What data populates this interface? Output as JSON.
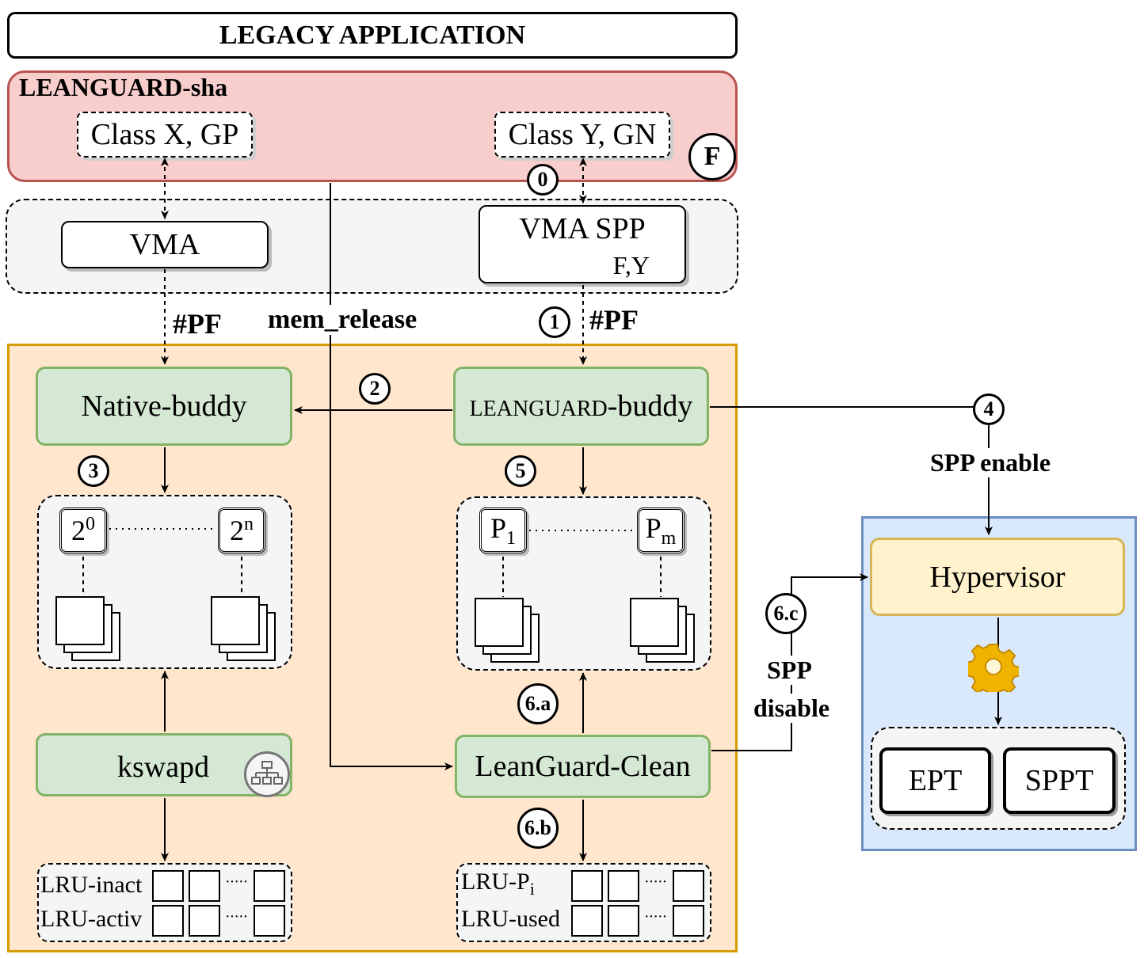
{
  "top_bar": "LEGACY APPLICATION",
  "leanguard_sha": {
    "title": "LEANGUARD-sha",
    "class_x": "Class X, GP",
    "class_y": "Class Y, GN",
    "f_badge": "F"
  },
  "vma": {
    "vma_label": "VMA",
    "vma_spp_label": "VMA SPP",
    "vma_spp_sub": "F,Y"
  },
  "arrow_labels": {
    "pf_left": "#PF",
    "pf_right": "#PF",
    "mem_release": "mem_release",
    "spp_enable": "SPP enable",
    "spp_disable_1": "SPP",
    "spp_disable_2": "disable"
  },
  "steps": {
    "s0": "0",
    "s1": "1",
    "s2": "2",
    "s3": "3",
    "s4": "4",
    "s5": "5",
    "s6a": "6.a",
    "s6b": "6.b",
    "s6c": "6.c"
  },
  "kernel": {
    "native_buddy": "Native-buddy",
    "leanguard_buddy_small": "LEANGUARD",
    "leanguard_buddy_suffix": "-buddy",
    "kswapd": "kswapd",
    "leanguard_clean": "LeanGuard-Clean",
    "order_first_base": "2",
    "order_first_exp": "0",
    "order_last_base": "2",
    "order_last_exp": "n",
    "pool_first_base": "P",
    "pool_first_sub": "1",
    "pool_last_base": "P",
    "pool_last_sub": "m",
    "lru_inact": "LRU-inact",
    "lru_activ": "LRU-activ",
    "lru_pi_base": "LRU-P",
    "lru_pi_sub": "i",
    "lru_used": "LRU-used",
    "ellipsis": "·····"
  },
  "hypervisor": {
    "title": "Hypervisor",
    "ept": "EPT",
    "sppt": "SPPT"
  },
  "icons": {
    "kswapd_icon": "sitemap-icon",
    "hypervisor_icon": "gear-icon"
  },
  "colors": {
    "sha_fill": "#f8cecc",
    "sha_border": "#b85450",
    "kernel_fill": "#ffe6cc",
    "kernel_border": "#d79b00",
    "green_fill": "#d5e8d4",
    "green_border": "#82b366",
    "hv_fill": "#dae8fc",
    "hv_border": "#6c8ebf",
    "hv_box_fill": "#fff2cc",
    "hv_box_border": "#d6b656"
  }
}
